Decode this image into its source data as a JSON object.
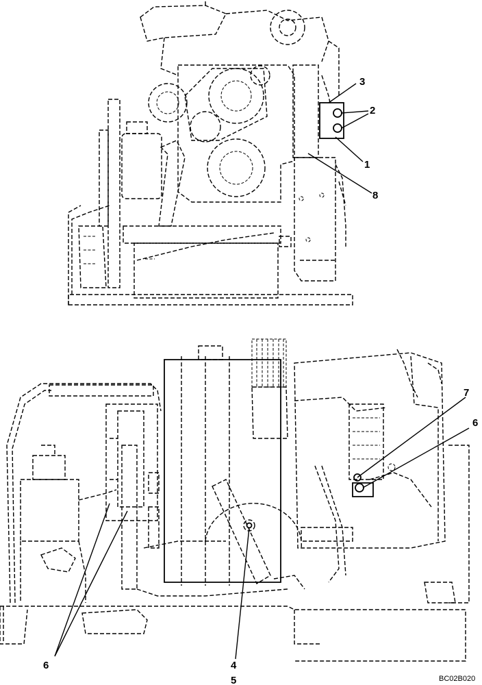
{
  "figure_code": "BC02B020",
  "callouts": {
    "c1": "1",
    "c2": "2",
    "c3": "3",
    "c4": "4",
    "c5": "5",
    "c6a": "6",
    "c6b": "6",
    "c7": "7",
    "c8": "8"
  }
}
